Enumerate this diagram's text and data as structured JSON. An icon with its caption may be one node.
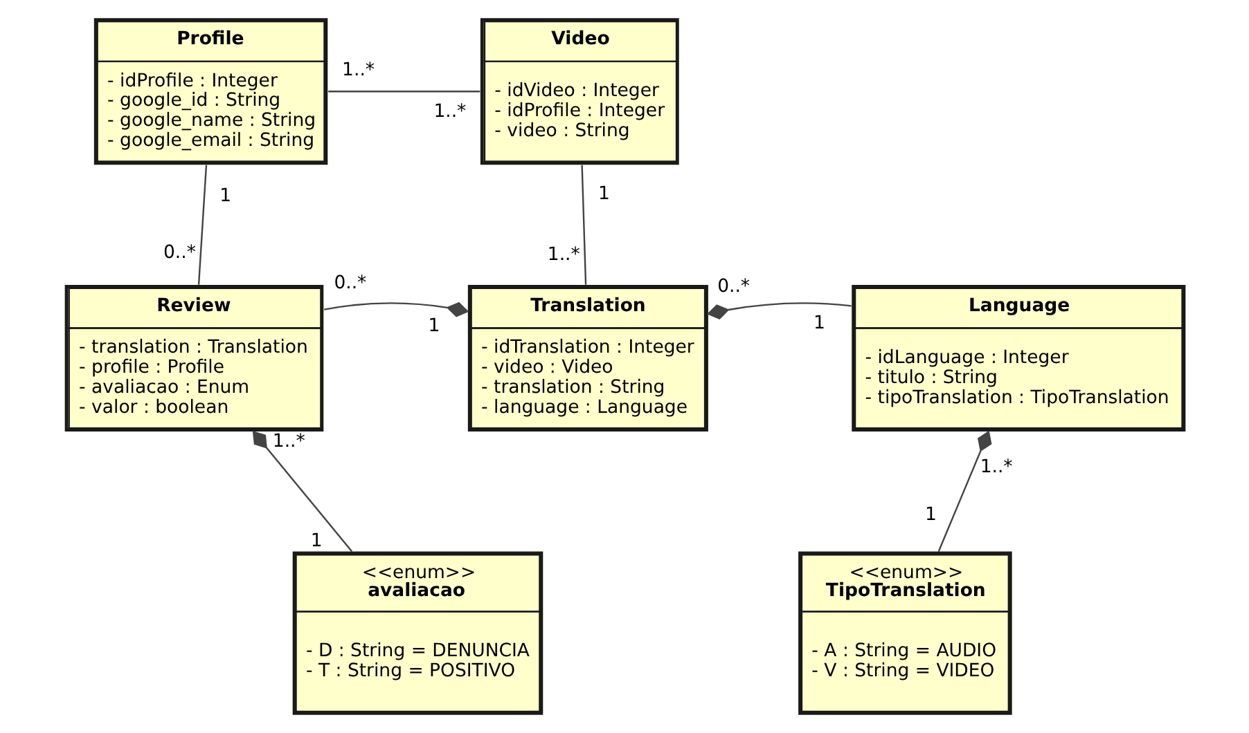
{
  "diagram": {
    "nodes": [
      {
        "text": [
          "Profile",
          "- idProfile : Integer",
          "- google_id : String",
          "- google_name : String",
          "- google_email : String"
        ]
      },
      {
        "text": [
          "Video",
          "- idVideo : Integer",
          "- idProfile : Integer",
          "- video : String"
        ]
      },
      {
        "text": [
          "Review",
          "- translation : Translation",
          "- profile : Profile",
          "- avaliacao : Enum",
          "- valor : boolean"
        ]
      },
      {
        "text": [
          "Translation",
          "- idTranslation : Integer",
          "- video : Video",
          "- translation : String",
          "- language : Language"
        ]
      },
      {
        "text": [
          "Language",
          "- idLanguage : Integer",
          "- titulo : String",
          "- tipoTranslation : TipoTranslation"
        ]
      },
      {
        "text": [
          "<<enum>>",
          "avaliacao",
          "- D : String = DENUNCIA",
          "- T : String = POSITIVO"
        ]
      },
      {
        "text": [
          "<<enum>>",
          "TipoTranslation",
          "- A : String = AUDIO",
          "- V : String = VIDEO"
        ]
      }
    ],
    "edges": [
      {
        "from": 0,
        "to": 1,
        "arrow": "none"
      },
      {
        "from": 0,
        "to": 2,
        "arrow": "none"
      },
      {
        "from": 1,
        "to": 3,
        "arrow": "none"
      },
      {
        "from": 3,
        "to": 2,
        "arrow": "other"
      },
      {
        "from": 3,
        "to": 4,
        "arrow": "other"
      },
      {
        "from": 2,
        "to": 5,
        "arrow": "other"
      },
      {
        "from": 4,
        "to": 6,
        "arrow": "other"
      }
    ],
    "labels": [
      "1..*",
      "1..*",
      "1",
      "0..*",
      "1",
      "1..*",
      "1",
      "0..*",
      "0..*",
      "1",
      "1..*",
      "1",
      "1..*",
      "1"
    ]
  }
}
